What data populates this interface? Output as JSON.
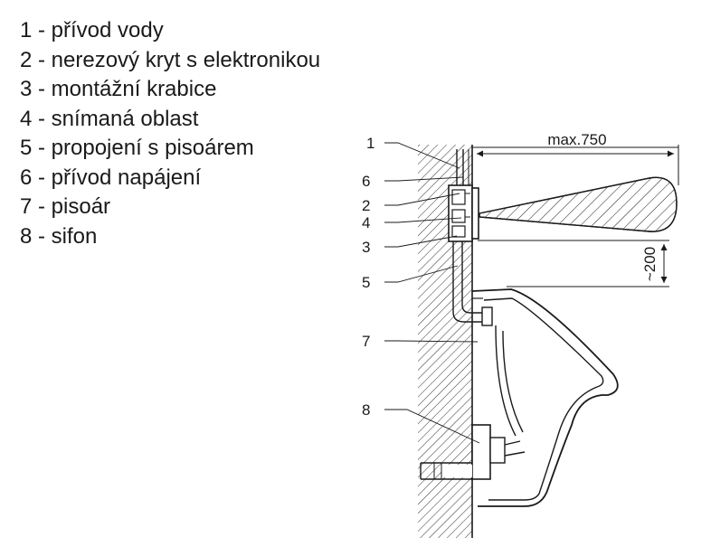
{
  "legend": [
    {
      "number": "1",
      "text": "1 - přívod vody"
    },
    {
      "number": "2",
      "text": "2 - nerezový kryt s elektronikou"
    },
    {
      "number": "3",
      "text": "3 - montážní krabice"
    },
    {
      "number": "4",
      "text": "4 - snímaná oblast"
    },
    {
      "number": "5",
      "text": "5 - propojení s pisoárem"
    },
    {
      "number": "6",
      "text": "6 - přívod napájení"
    },
    {
      "number": "7",
      "text": "7 - pisoár"
    },
    {
      "number": "8",
      "text": "8 - sifon"
    }
  ],
  "callouts": {
    "c1": "1",
    "c6": "6",
    "c2": "2",
    "c4": "4",
    "c3": "3",
    "c5": "5",
    "c7": "7",
    "c8": "8"
  },
  "dimensions": {
    "range": "max.750",
    "height": "~200"
  },
  "colors": {
    "line": "#1a1a1a",
    "background": "#ffffff"
  }
}
